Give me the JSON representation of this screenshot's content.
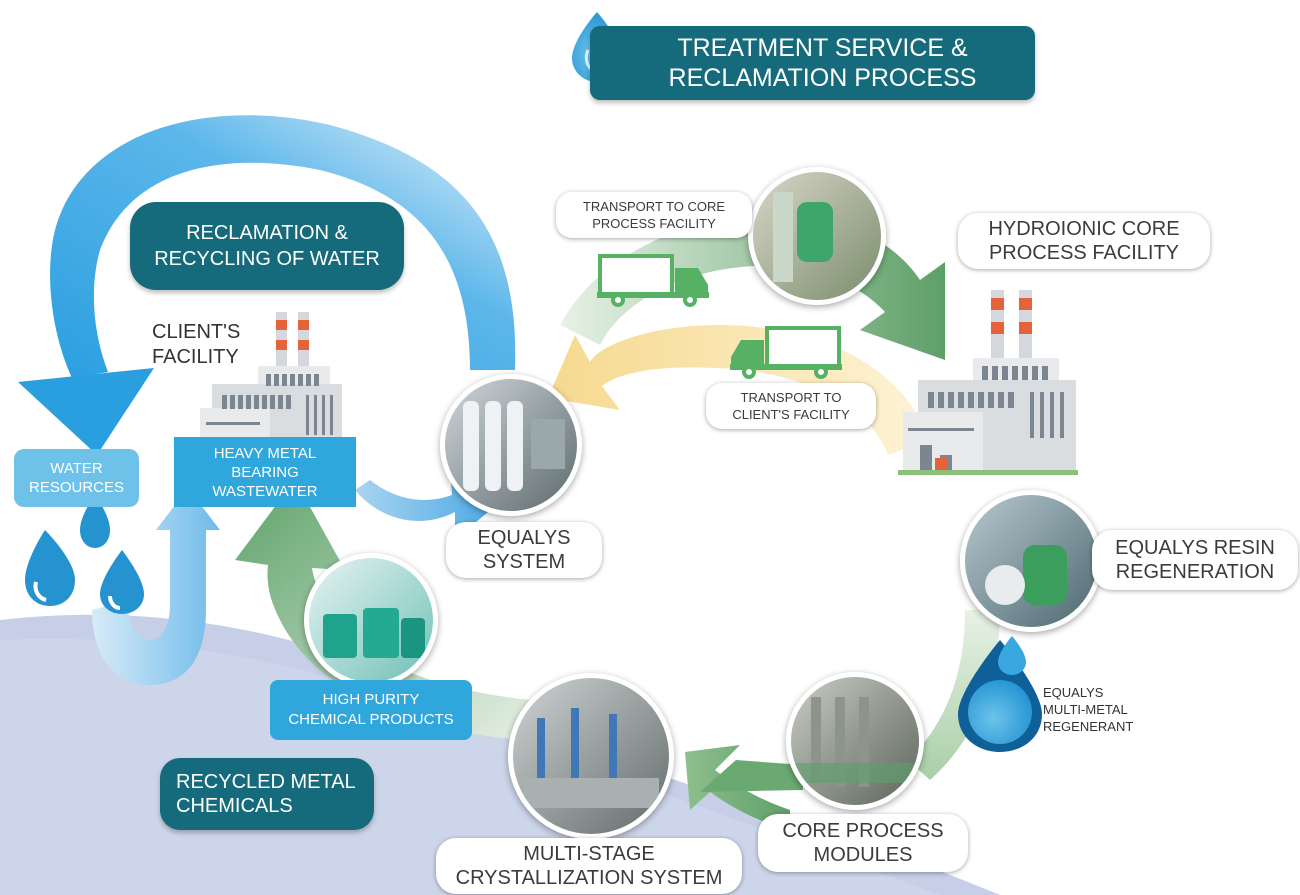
{
  "header": {
    "line1": "TREATMENT SERVICE &",
    "line2": "RECLAMATION PROCESS",
    "icon": "water-drop-icon"
  },
  "labels": {
    "reclamation": [
      "RECLAMATION &",
      "RECYCLING OF WATER"
    ],
    "client_facility": [
      "CLIENT'S",
      "FACILITY"
    ],
    "water_resources": [
      "WATER",
      "RESOURCES"
    ],
    "heavy_metal": [
      "HEAVY METAL",
      "BEARING",
      "WASTEWATER"
    ],
    "transport_core": [
      "TRANSPORT TO CORE",
      "PROCESS FACILITY"
    ],
    "hydroionic": [
      "HYDROIONIC CORE",
      "PROCESS FACILITY"
    ],
    "transport_client": [
      "TRANSPORT TO",
      "CLIENT'S FACILITY"
    ],
    "equalys_system": [
      "EQUALYS",
      "SYSTEM"
    ],
    "resin_regeneration": [
      "EQUALYS RESIN",
      "REGENERATION"
    ],
    "regenerant": [
      "EQUALYS",
      "MULTI-METAL",
      "REGENERANT"
    ],
    "high_purity": [
      "HIGH PURITY",
      "CHEMICAL PRODUCTS"
    ],
    "recycled_metal": [
      "RECYCLED METAL",
      "CHEMICALS"
    ],
    "core_modules": [
      "CORE PROCESS",
      "MODULES"
    ],
    "crystallization": [
      "MULTI-STAGE",
      "CRYSTALLIZATION SYSTEM"
    ]
  },
  "colors": {
    "teal": "#156b7c",
    "blue": "#2fa7dd",
    "green_arrow": "#6fae74",
    "yellow_arrow": "#f7dfa0",
    "bg_wave": "#c8d0e8"
  }
}
